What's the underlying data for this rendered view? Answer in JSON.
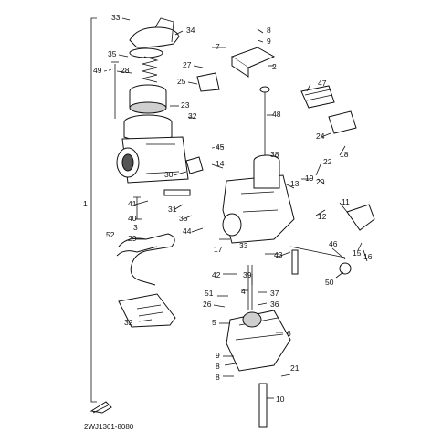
{
  "diagram": {
    "reference_code": "2WJ1361-8080",
    "bracket_label": "1",
    "callouts": [
      "33",
      "34",
      "35",
      "49",
      "28",
      "7",
      "8",
      "9",
      "27",
      "25",
      "2",
      "23",
      "32",
      "47",
      "48",
      "45",
      "14",
      "38",
      "24",
      "18",
      "30",
      "13",
      "19",
      "20",
      "22",
      "31",
      "41",
      "40",
      "3",
      "29",
      "52",
      "44",
      "35",
      "17",
      "11",
      "12",
      "33",
      "43",
      "39",
      "42",
      "4",
      "37",
      "46",
      "36",
      "51",
      "26",
      "15",
      "16",
      "50",
      "32",
      "5",
      "6",
      "9",
      "8",
      "21",
      "10",
      "8"
    ]
  }
}
